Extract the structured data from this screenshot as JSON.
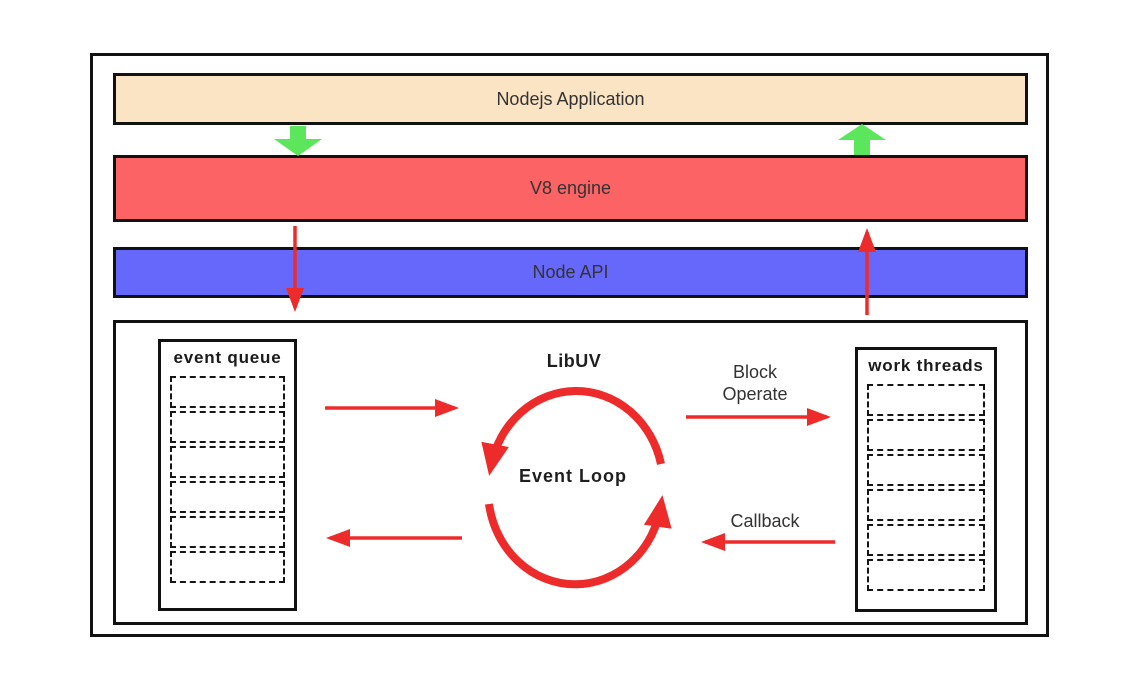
{
  "layers": {
    "app": {
      "label": "Nodejs Application",
      "color": "#FBE4C4"
    },
    "v8": {
      "label": "V8 engine",
      "color": "#FB6365"
    },
    "node_api": {
      "label": "Node API",
      "color": "#6667FB"
    }
  },
  "libuv": {
    "title": "LibUV",
    "event_loop_label": "Event Loop",
    "event_queue": {
      "title": "event queue",
      "slot_count": 6
    },
    "work_threads": {
      "title": "work threads",
      "slot_count": 6
    },
    "labels": {
      "block_operate_line1": "Block",
      "block_operate_line2": "Operate",
      "callback": "Callback"
    }
  },
  "colors": {
    "arrow_red": "#EE2B2B",
    "arrow_green": "#5BE65B",
    "border": "#111111",
    "text": "#333333",
    "background": "#FFFFFF"
  }
}
